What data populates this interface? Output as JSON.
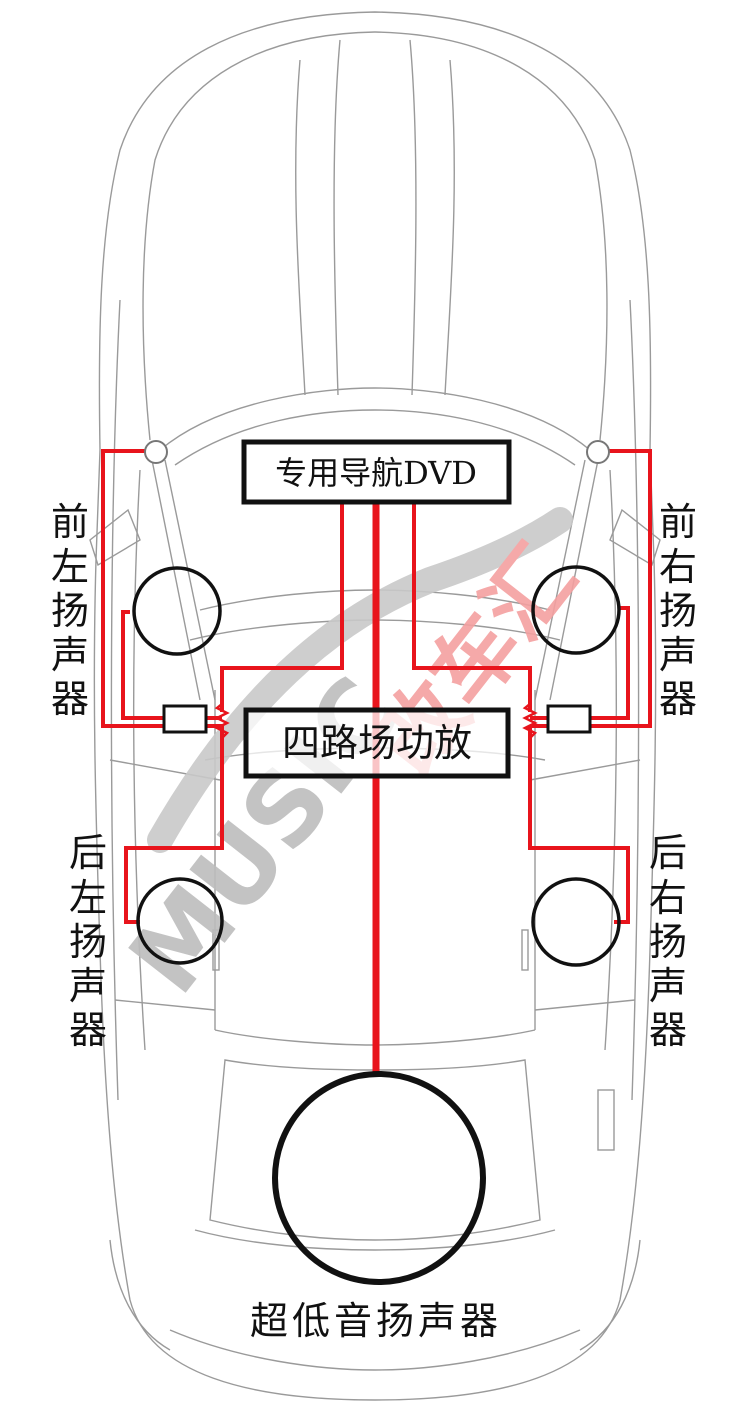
{
  "diagram": {
    "head_unit": {
      "label": "专用导航DVD"
    },
    "amplifier": {
      "label": "四路场功放"
    },
    "subwoofer": {
      "label": "超低音扬声器"
    },
    "speakers": {
      "front_left": {
        "label": [
          "前",
          "左",
          "扬",
          "声",
          "器"
        ]
      },
      "front_right": {
        "label": [
          "前",
          "右",
          "扬",
          "声",
          "器"
        ]
      },
      "rear_left": {
        "label": [
          "后",
          "左",
          "扬",
          "声",
          "器"
        ]
      },
      "rear_right": {
        "label": [
          "后",
          "右",
          "扬",
          "声",
          "器"
        ]
      }
    },
    "watermark": {
      "latin": "MUSIC",
      "chinese": "改车汇"
    },
    "colors": {
      "wire": "#e8141c",
      "car_outline": "#9a9a9a",
      "speaker": "#111111",
      "watermark_gray": "#bdbdbd",
      "watermark_red": "#f4a0a0"
    }
  }
}
